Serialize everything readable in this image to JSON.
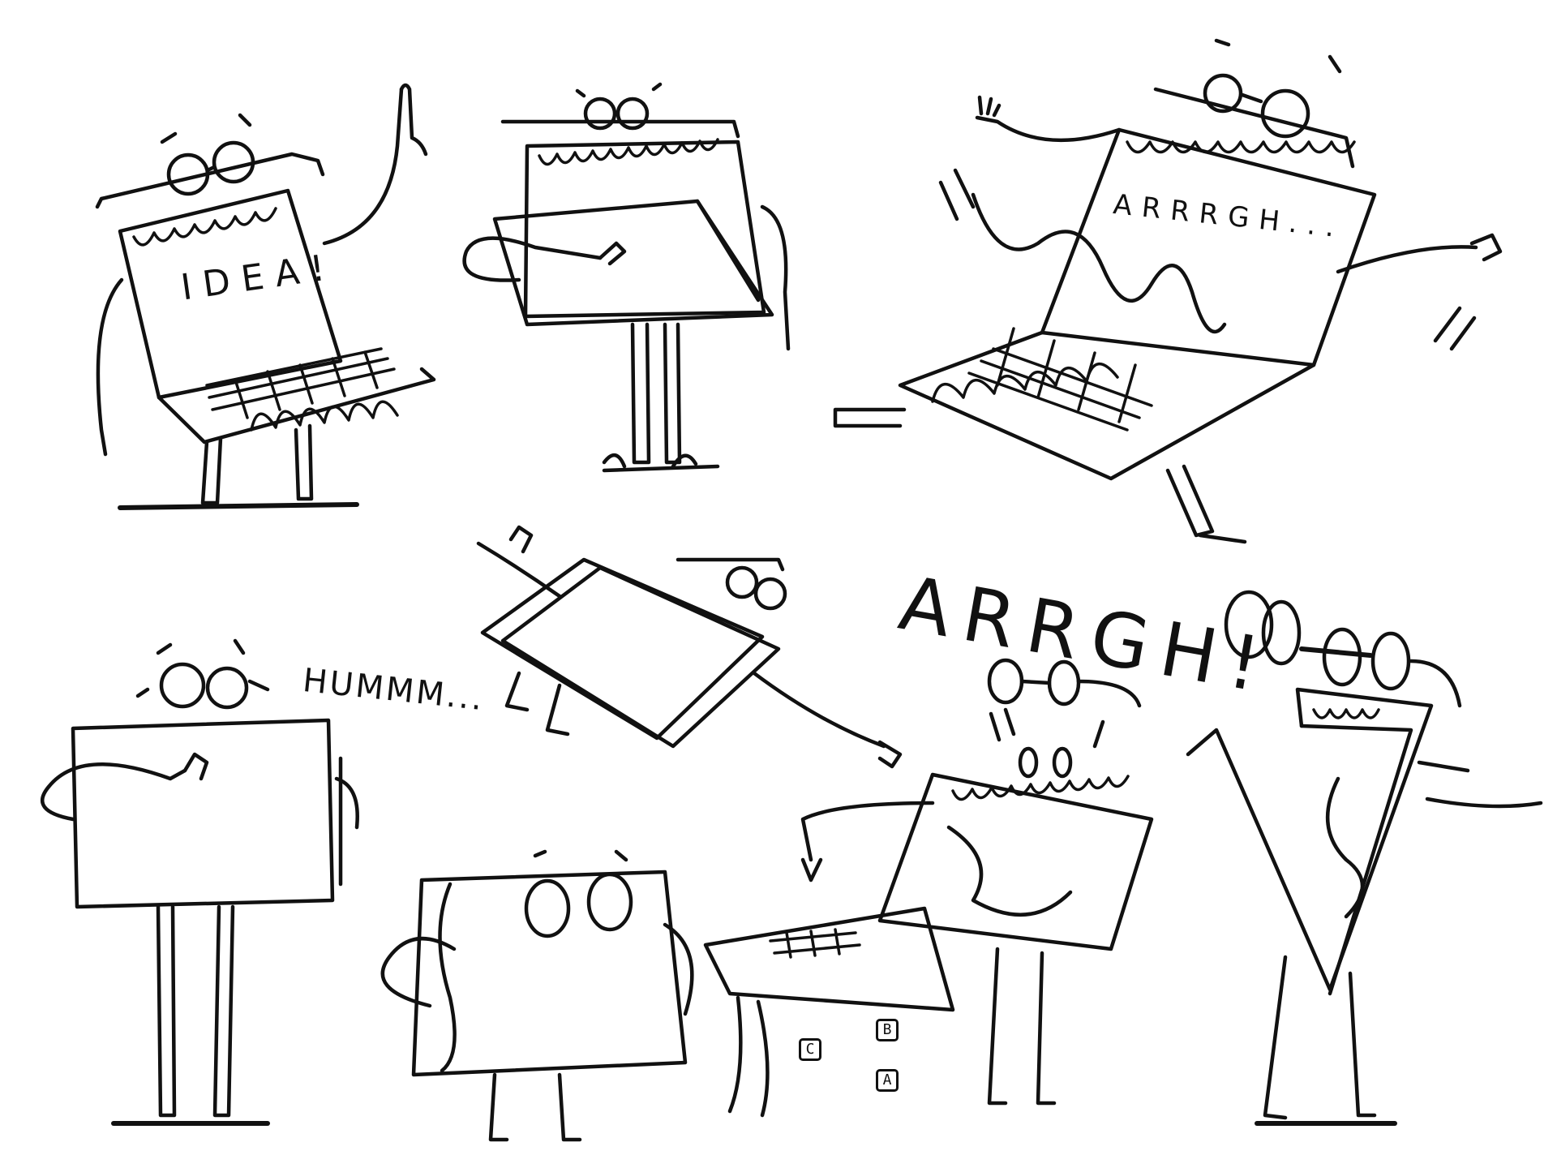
{
  "illustration": {
    "texts": {
      "idea": "IDEA!",
      "arrgh_small": "ARRRGH...",
      "hummm": "HUMMM...",
      "arrgh_big": "ARRGH!"
    },
    "fallen_keys": [
      "C",
      "B",
      "A"
    ]
  }
}
